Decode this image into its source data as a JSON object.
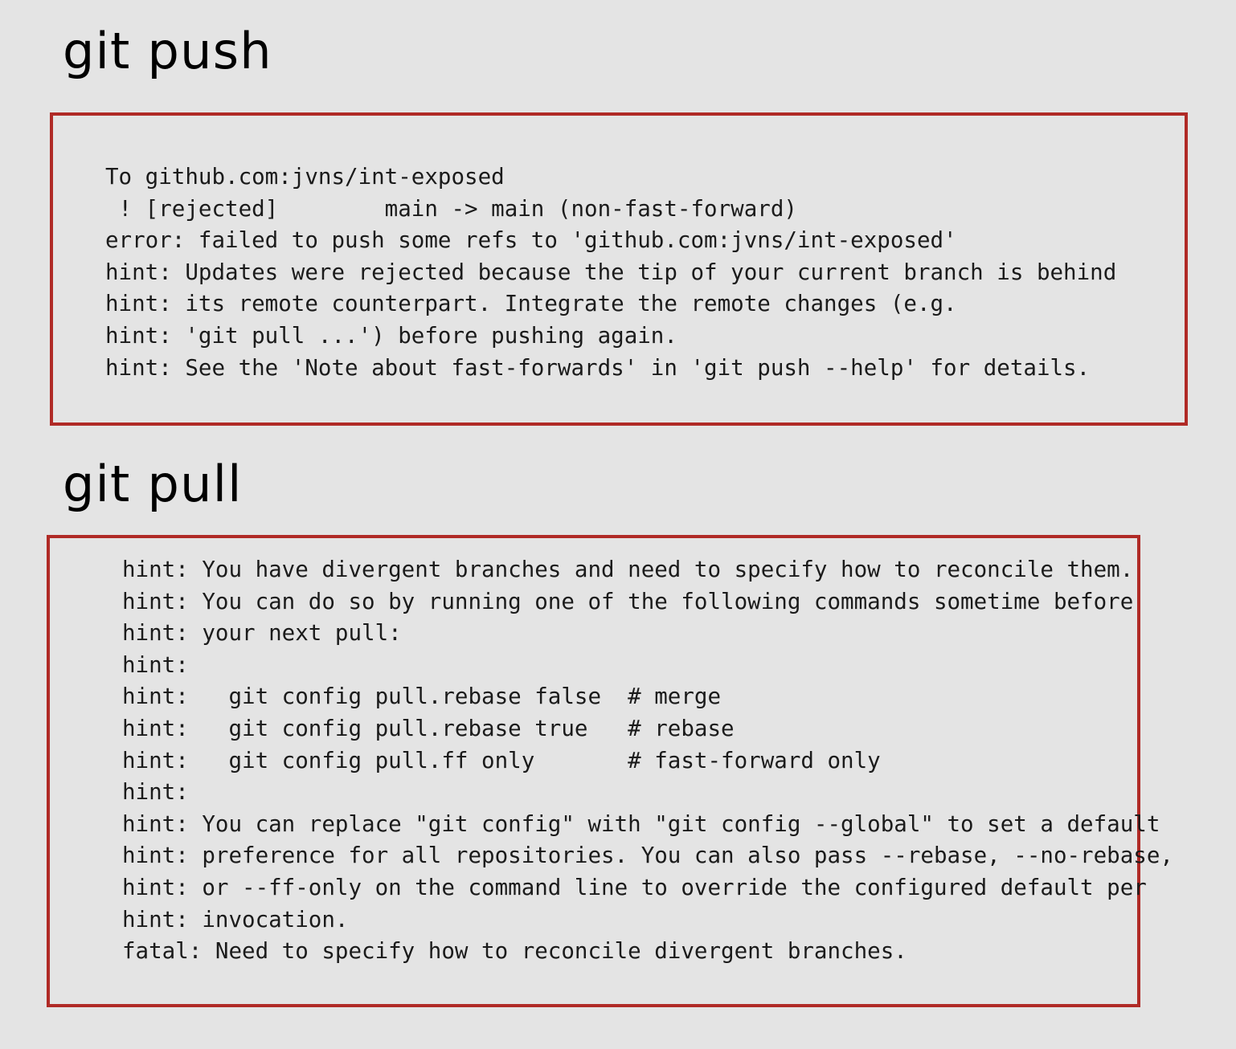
{
  "page": {
    "background_color": "#e4e4e4",
    "border_color": "#b02a26",
    "text_color": "#1b1b1b"
  },
  "sections": [
    {
      "id": "push",
      "title": "git push",
      "output_lines": [
        "To github.com:jvns/int-exposed",
        " ! [rejected]        main -> main (non-fast-forward)",
        "error: failed to push some refs to 'github.com:jvns/int-exposed'",
        "hint: Updates were rejected because the tip of your current branch is behind",
        "hint: its remote counterpart. Integrate the remote changes (e.g.",
        "hint: 'git pull ...') before pushing again.",
        "hint: See the 'Note about fast-forwards' in 'git push --help' for details."
      ]
    },
    {
      "id": "pull",
      "title": "git pull",
      "output_lines": [
        "hint: You have divergent branches and need to specify how to reconcile them.",
        "hint: You can do so by running one of the following commands sometime before",
        "hint: your next pull:",
        "hint:",
        "hint:   git config pull.rebase false  # merge",
        "hint:   git config pull.rebase true   # rebase",
        "hint:   git config pull.ff only       # fast-forward only",
        "hint:",
        "hint: You can replace \"git config\" with \"git config --global\" to set a default",
        "hint: preference for all repositories. You can also pass --rebase, --no-rebase,",
        "hint: or --ff-only on the command line to override the configured default per",
        "hint: invocation.",
        "fatal: Need to specify how to reconcile divergent branches."
      ]
    }
  ]
}
